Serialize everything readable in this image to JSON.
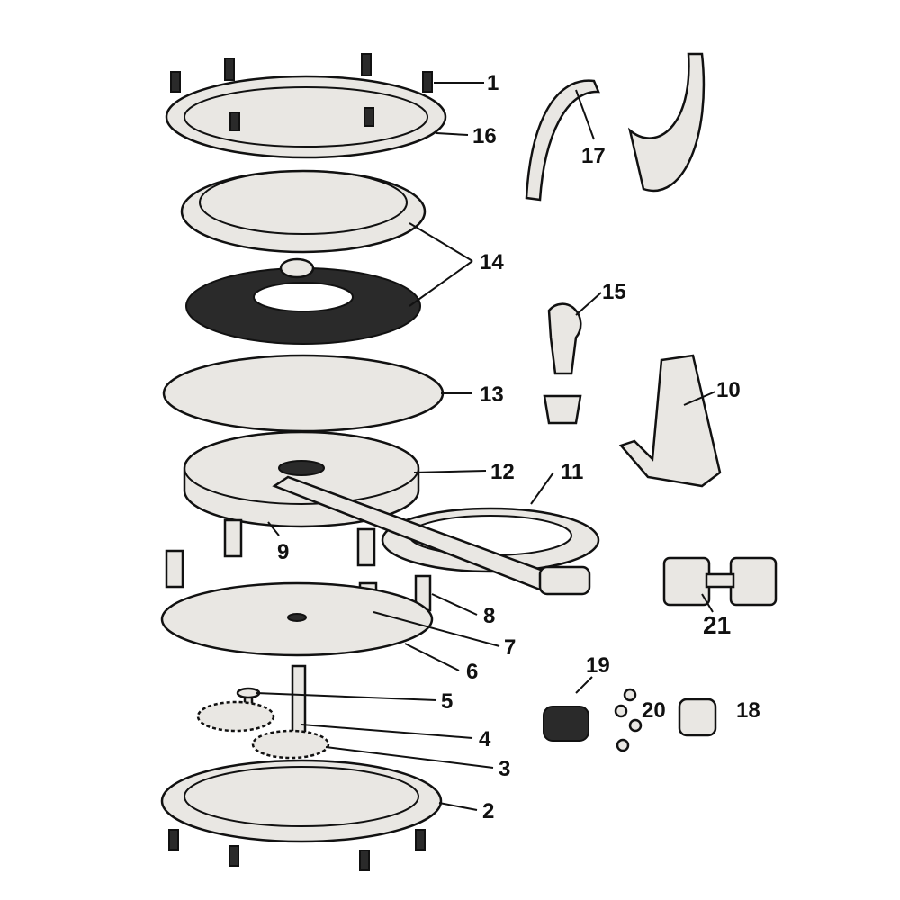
{
  "diagram": {
    "title": "Exploded parts view",
    "labels": [
      "1",
      "2",
      "3",
      "4",
      "5",
      "6",
      "7",
      "8",
      "9",
      "10",
      "11",
      "12",
      "13",
      "14",
      "15",
      "16",
      "17",
      "18",
      "19",
      "20",
      "21"
    ]
  }
}
